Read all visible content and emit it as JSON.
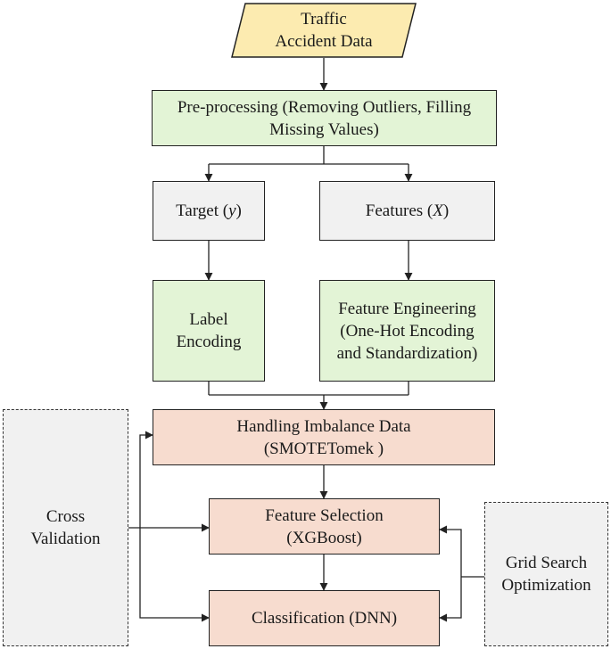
{
  "colors": {
    "input": "#fcebb0",
    "process": "#e3f4d6",
    "split": "#f1f1f1",
    "model": "#f7dccf",
    "side": "#f1f1f1"
  },
  "nodes": {
    "input": "Traffic\nAccident Data",
    "preprocessing": "Pre-processing (Removing Outliers, Filling\nMissing Values)",
    "target_label": "Target (",
    "target_var": "y",
    "target_close": ")",
    "features_label": "Features (",
    "features_var": "X",
    "features_close": ")",
    "label_encoding": "Label\nEncoding",
    "feature_engineering": "Feature Engineering\n(One-Hot Encoding\nand Standardization)",
    "imbalance": "Handling Imbalance Data\n(SMOTETomek )",
    "feature_selection": "Feature Selection\n(XGBoost)",
    "classification": "Classification (DNN)",
    "cross_validation": "Cross\nValidation",
    "grid_search": "Grid Search\nOptimization"
  }
}
